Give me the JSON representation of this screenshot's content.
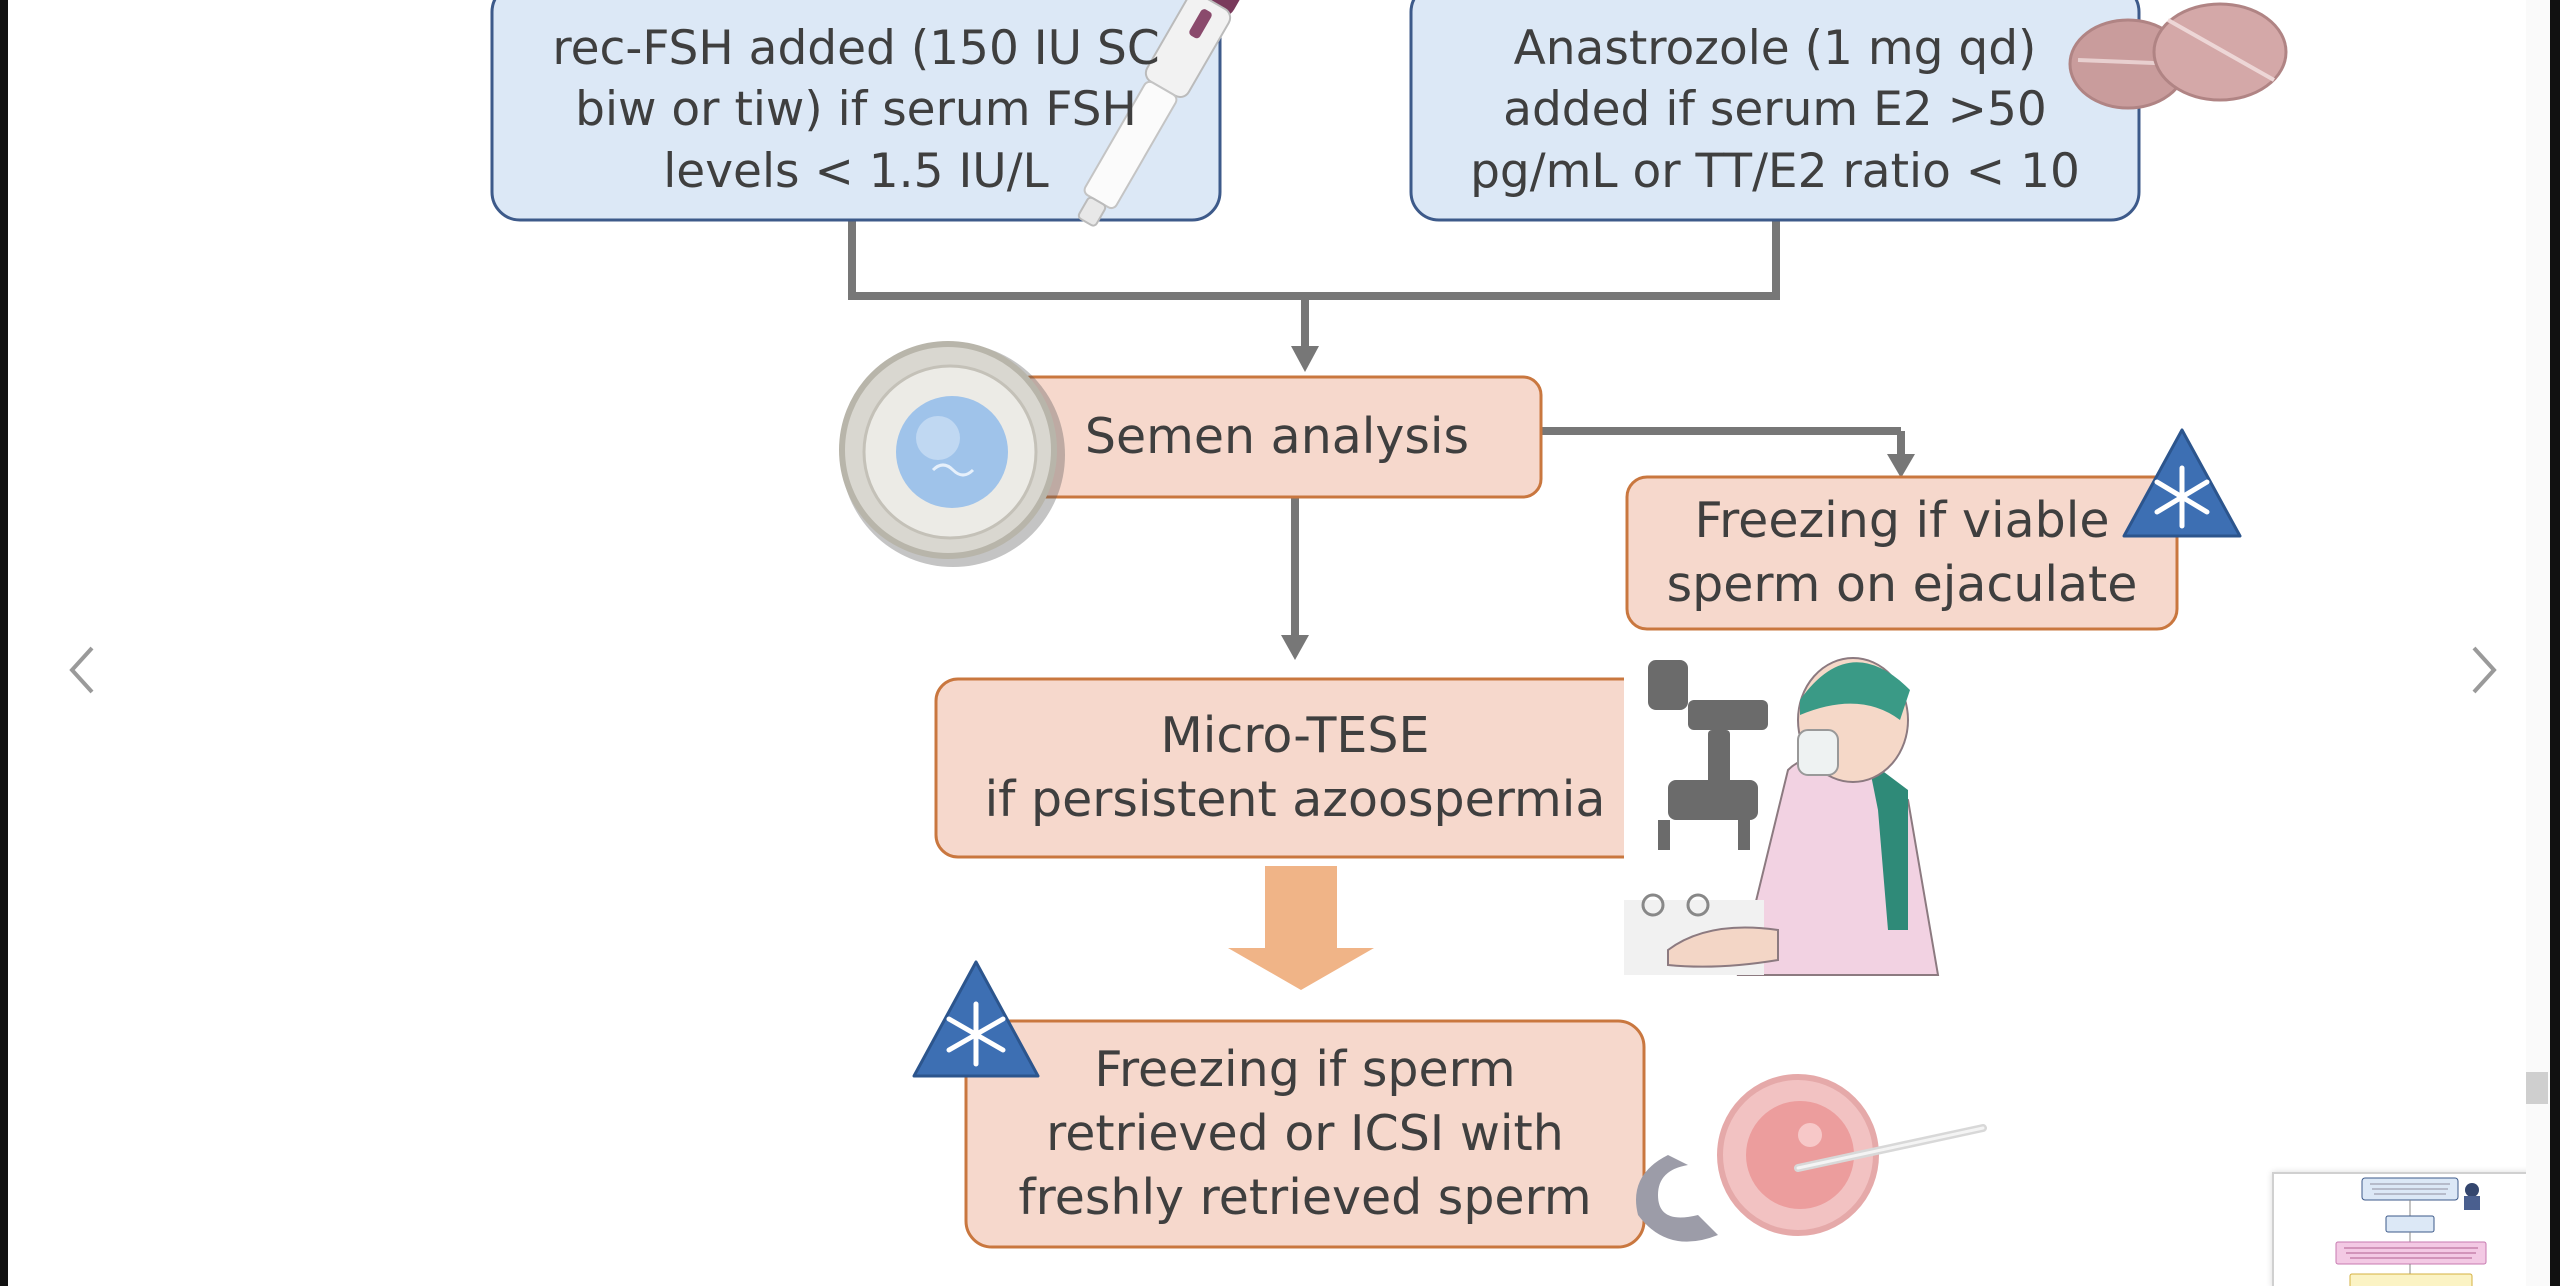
{
  "viewer": {
    "prev_icon": "chevron-left-icon",
    "next_icon": "chevron-right-icon"
  },
  "diagram": {
    "colors": {
      "blue_box_fill": "#dce8f6",
      "blue_box_border": "#3d5a8a",
      "peach_box_fill": "#f6d8cc",
      "peach_box_border": "#c9773f",
      "connector": "#777777",
      "big_arrow": "#f0b487",
      "text": "#3f3f3f"
    },
    "nodes": {
      "rec_fsh": "rec-FSH added (150 IU SC\nbiw or tiw) if serum FSH\nlevels < 1.5 IU/L",
      "anastrozole": "Anastrozole (1 mg qd)\nadded if serum E2 >50\npg/mL or TT/E2 ratio < 10",
      "semen_analysis": "Semen analysis",
      "freezing_ejaculate": "Freezing if viable\nsperm on ejaculate",
      "micro_tese": "Micro-TESE\nif persistent azoospermia",
      "freezing_retrieved": "Freezing if sperm\nretrieved or ICSI with\nfreshly retrieved sperm"
    },
    "illustrations": [
      "syringe-pen-icon",
      "tablets-icon",
      "petri-dish-icon",
      "snowflake-icon",
      "surgeon-microscope-icon",
      "oocyte-injection-icon"
    ]
  }
}
